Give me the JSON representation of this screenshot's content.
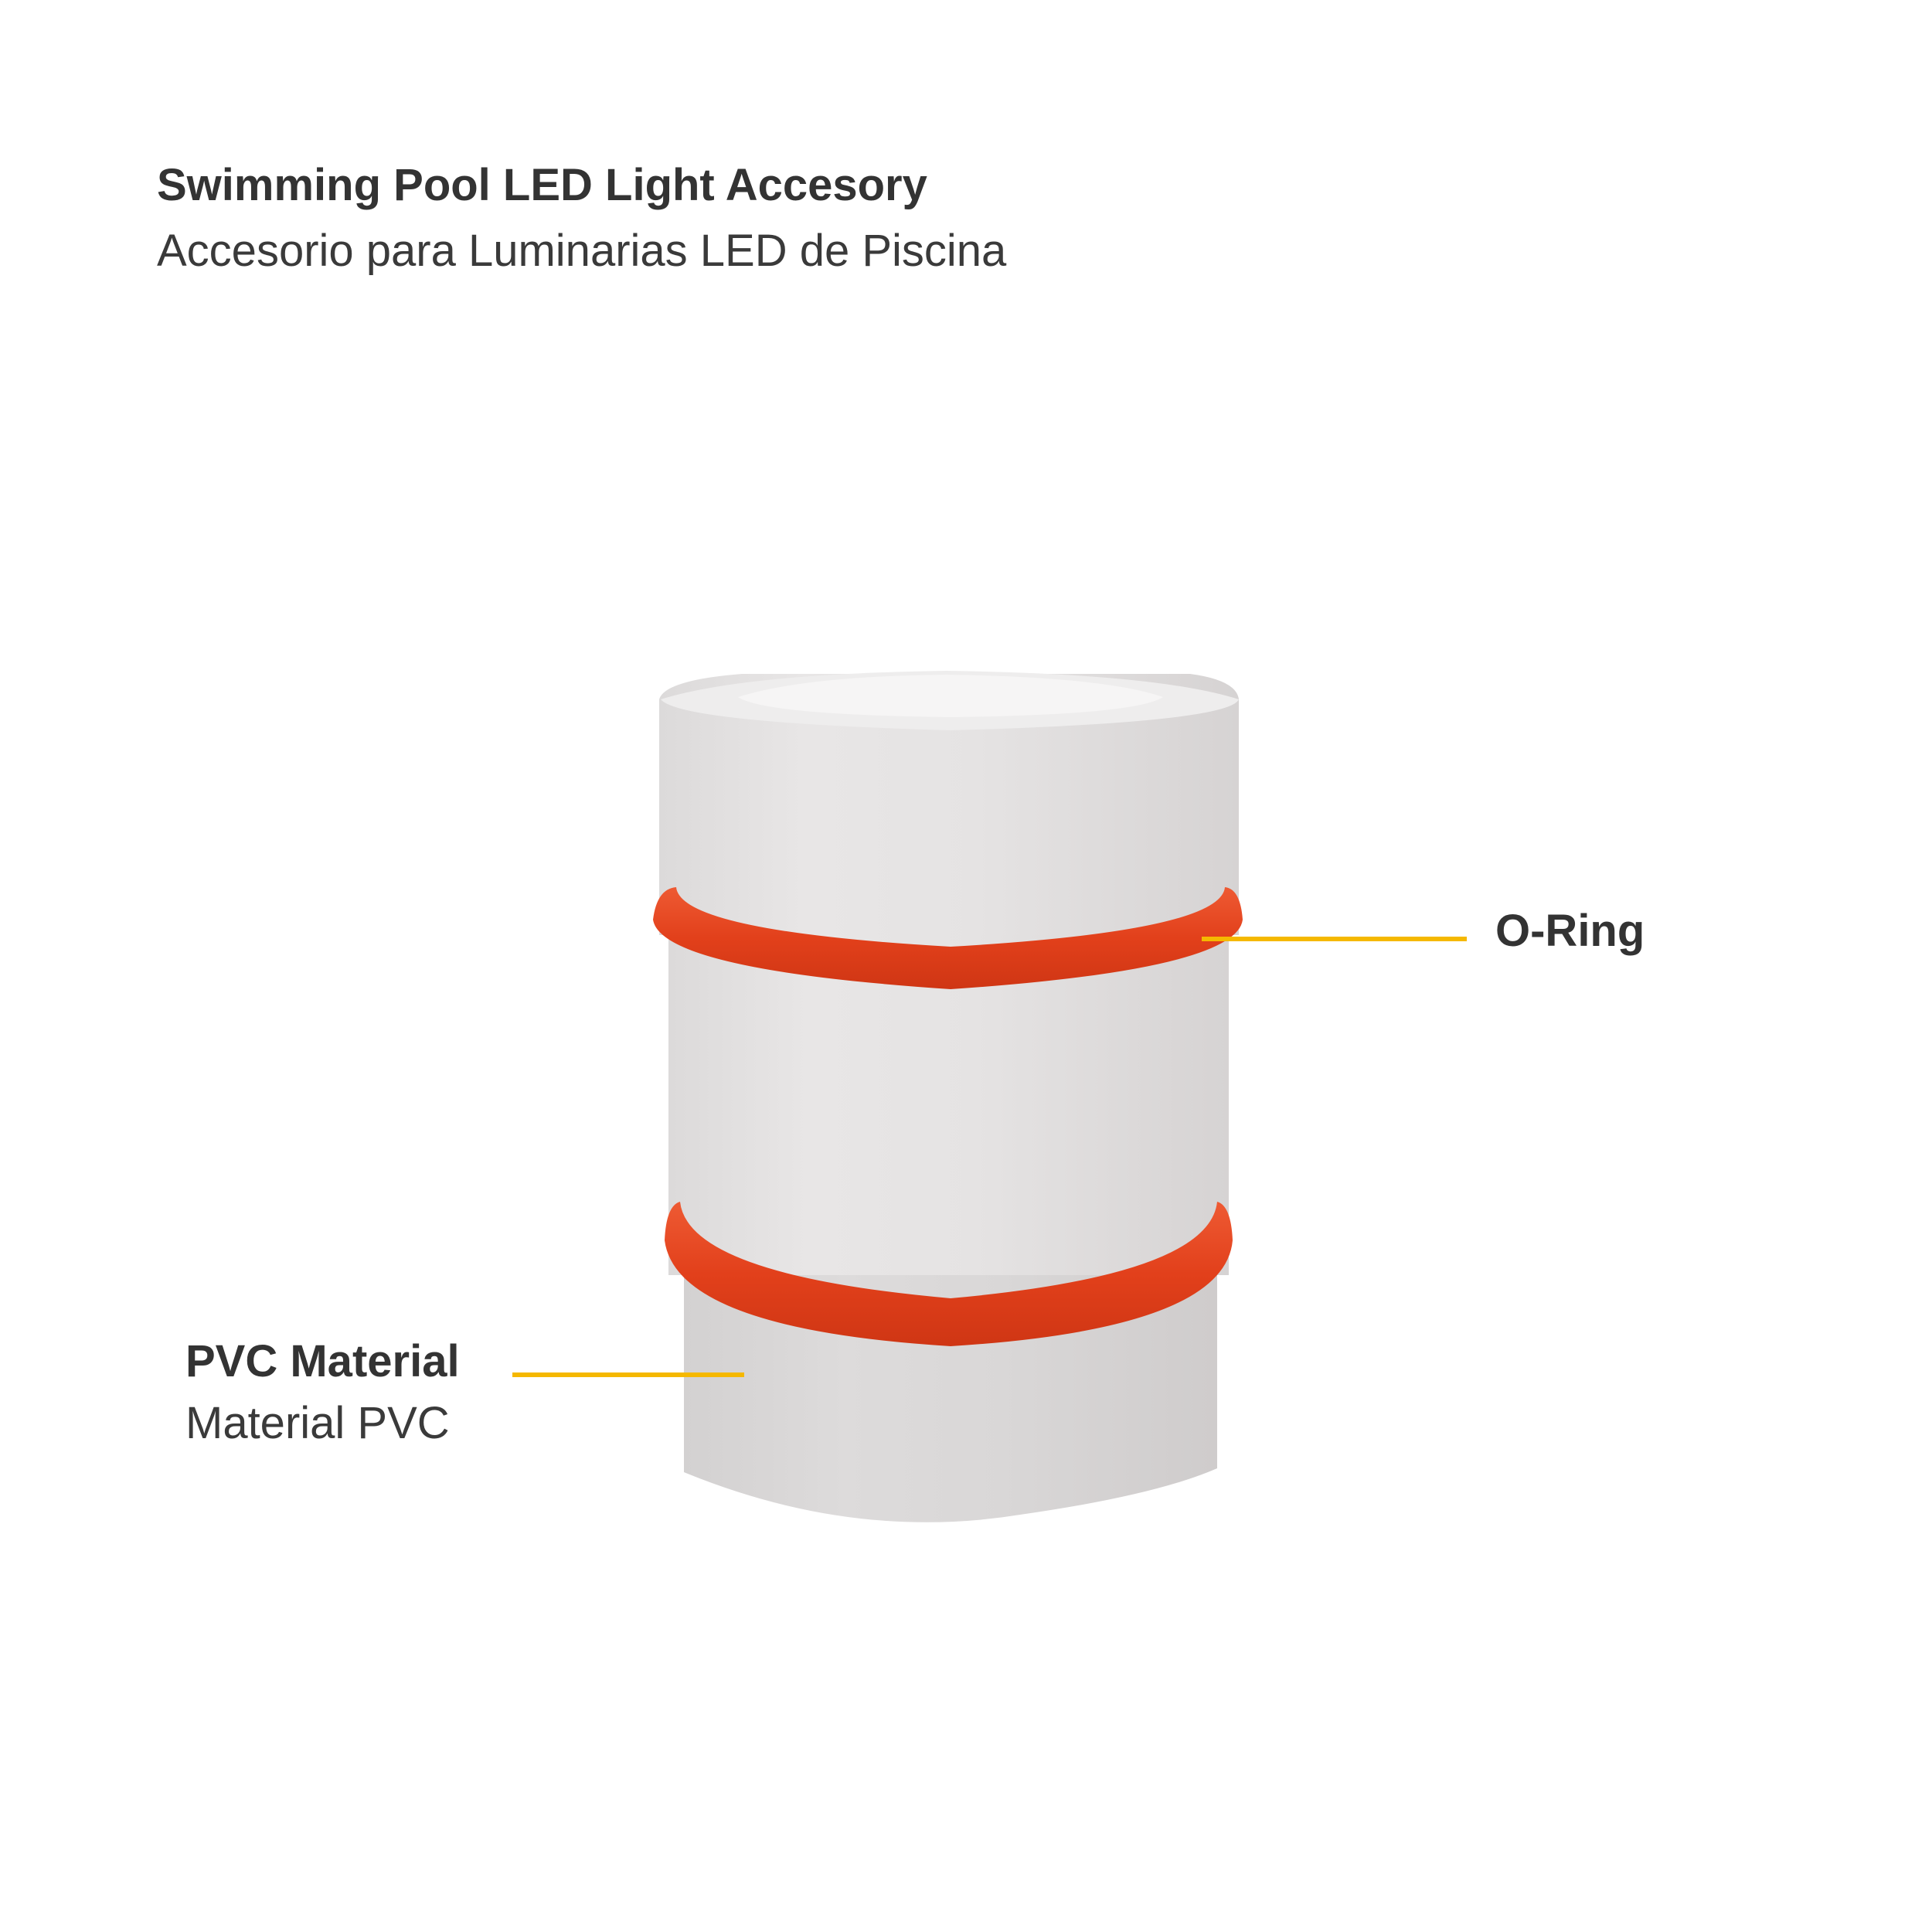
{
  "header": {
    "title": "Swimming Pool LED Light Accesory",
    "subtitle": "Accesorio para Luminarias LED de Piscina"
  },
  "callouts": {
    "oring": {
      "label": "O-Ring"
    },
    "pvc": {
      "label": "PVC Material",
      "sublabel": "Material PVC"
    }
  },
  "colors": {
    "background": "#ffffff",
    "text": "#333333",
    "accent_line": "#f5b800",
    "pvc_body": "#e4e2e2",
    "o_ring": "#e4421b"
  }
}
